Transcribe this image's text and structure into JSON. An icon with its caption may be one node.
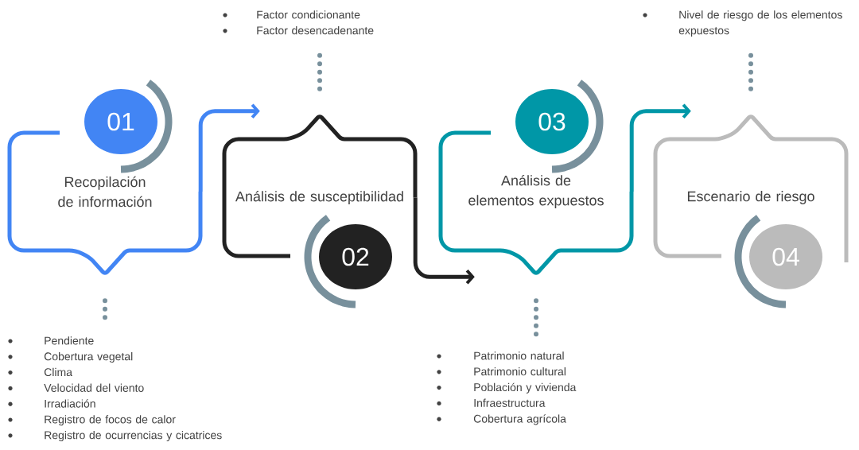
{
  "diagram": {
    "nodes": [
      {
        "text": [
          "Recopilación de información"
        ]
      },
      {
        "text": [
          "01"
        ]
      },
      {
        "text": [
          "Pendiente",
          "Cobertura vegetal",
          "Clima",
          "Velocidad del viento",
          "Irradiación",
          "Registro de focos de calor",
          "Registro de ocurrencias y cicatrices"
        ]
      },
      {
        "text": [
          "Análisis de susceptibilidad"
        ]
      },
      {
        "text": [
          "02"
        ]
      },
      {
        "text": [
          "Factor condicionante",
          "Factor desencadenante"
        ]
      },
      {
        "text": [
          "Análisis de elementos expuestos"
        ]
      },
      {
        "text": [
          "03"
        ]
      },
      {
        "text": [
          "Patrimonio natural",
          "Patrimonio cultural",
          "Población y vivienda",
          "Infraestructura",
          "Cobertura agrícola"
        ]
      },
      {
        "text": [
          "Escenario de riesgo"
        ]
      },
      {
        "text": [
          "04"
        ]
      },
      {
        "text": [
          "Nivel de riesgo de los elementos expuestos"
        ]
      }
    ],
    "edges": [
      {
        "from": 0,
        "to": 3,
        "arrow": "to",
        "color": "#4285f4"
      },
      {
        "from": 3,
        "to": 6,
        "arrow": "to",
        "color": "#222222"
      },
      {
        "from": 6,
        "to": 9,
        "arrow": "to",
        "color": "#0097a7"
      },
      {
        "from": 0,
        "to": 2,
        "arrow": "none",
        "style": "dashed",
        "color": "#78909c"
      },
      {
        "from": 3,
        "to": 5,
        "arrow": "none",
        "style": "dashed",
        "color": "#78909c"
      },
      {
        "from": 6,
        "to": 8,
        "arrow": "none",
        "style": "dashed",
        "color": "#78909c"
      },
      {
        "from": 9,
        "to": 11,
        "arrow": "none",
        "style": "dashed",
        "color": "#78909c"
      }
    ]
  }
}
